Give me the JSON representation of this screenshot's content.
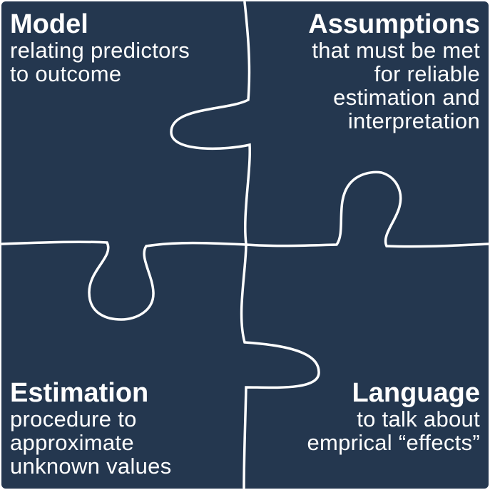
{
  "colors": {
    "piece_fill": "#24374f",
    "outline": "#ffffff",
    "text": "#ffffff"
  },
  "pieces": {
    "model": {
      "title": "Model",
      "lines": [
        "relating predictors",
        "to outcome"
      ]
    },
    "assumptions": {
      "title": "Assumptions",
      "lines": [
        "that must be met",
        "for reliable",
        "estimation and",
        "interpretation"
      ]
    },
    "estimation": {
      "title": "Estimation",
      "lines": [
        "procedure to",
        "approximate",
        "unknown values"
      ]
    },
    "language": {
      "title": "Language",
      "lines": [
        "to talk about",
        "emprical “effects”"
      ]
    }
  }
}
